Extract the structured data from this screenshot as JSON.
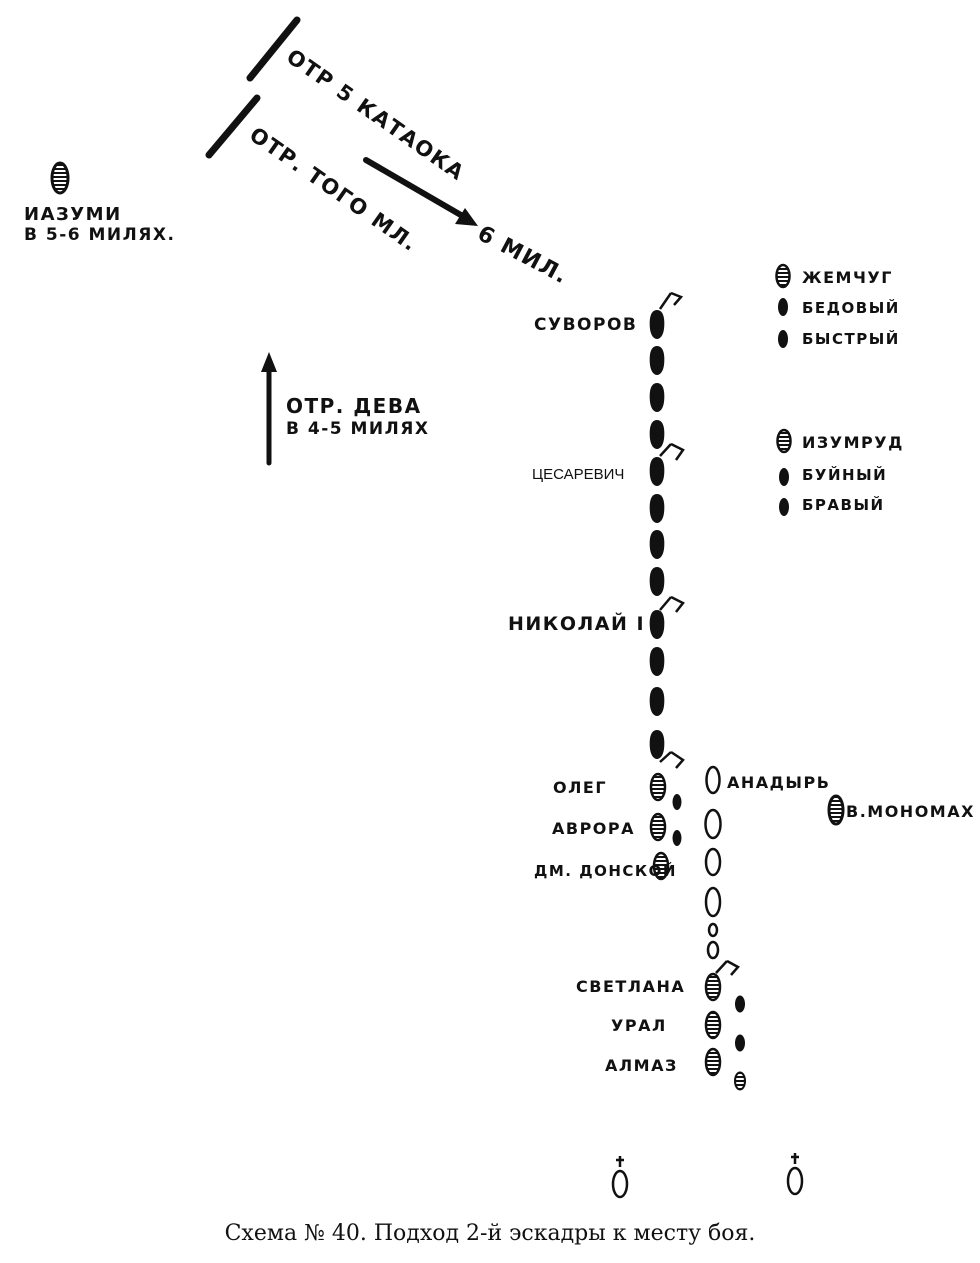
{
  "colors": {
    "ink": "#111111",
    "paper": "#ffffff"
  },
  "labels": {
    "katoka": "ОТР 5 КАТАОКА",
    "togo": "ОТР. ТОГО МЛ.",
    "distance_arrow": "6 МИЛ.",
    "izumi_name": "ИАЗУМИ",
    "izumi_dist": "В 5-6 МИЛЯХ.",
    "deva_name": "ОТР. ДЕВА",
    "deva_dist": "В 4-5 МИЛЯХ",
    "suvorov": "СУВОРОВ",
    "tsesarevich": "ЦЕСАРЕВИЧ",
    "nikolai": "НИКОЛАЙ I",
    "oleg": "ОЛЕГ",
    "avrora": "АВРОРА",
    "donskoi": "ДМ. ДОНСКОЙ",
    "svetlana": "СВЕТЛАНА",
    "ural": "УРАЛ",
    "almaz": "АЛМАЗ",
    "anadyr": "АНАДЫРЬ",
    "monomakh": "В.МОНОМАХ",
    "zhemchug": "ЖЕМЧУГ",
    "bedovy": "БЕДОВЫЙ",
    "bystry": "БЫСТРЫЙ",
    "izumrud": "ИЗУМРУД",
    "buiny": "БУЙНЫЙ",
    "bravy": "БРАВЫЙ"
  },
  "caption": "Схема № 40. Подход 2-й эскадры к месту боя."
}
